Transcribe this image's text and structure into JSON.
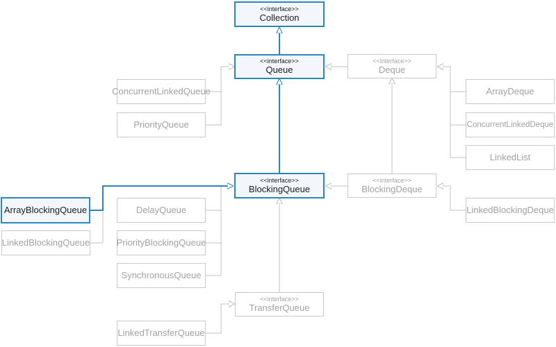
{
  "diagram": {
    "stereotype": "<<interface>>",
    "interfaces": {
      "collection": "Collection",
      "queue": "Queue",
      "deque": "Deque",
      "blocking_queue": "BlockingQueue",
      "blocking_deque": "BlockingDeque",
      "transfer_queue": "TransferQueue"
    },
    "classes": {
      "concurrent_linked_queue": "ConcurrentLinkedQueue",
      "priority_queue": "PriorityQueue",
      "array_deque": "ArrayDeque",
      "concurrent_linked_deque": "ConcurrentLinkedDeque",
      "linked_list": "LinkedList",
      "array_blocking_queue": "ArrayBlockingQueue",
      "linked_blocking_queue": "LinkedBlockingQueue",
      "delay_queue": "DelayQueue",
      "priority_blocking_queue": "PriorityBlockingQueue",
      "synchronous_queue": "SynchronousQueue",
      "linked_blocking_deque": "LinkedBlockingDeque",
      "linked_transfer_queue": "LinkedTransferQueue"
    },
    "colors": {
      "highlight": "#2a86bb",
      "highlight_fill": "#f3f6fa",
      "muted": "#c9c9c9",
      "muted_text": "#a2a2a2"
    }
  }
}
